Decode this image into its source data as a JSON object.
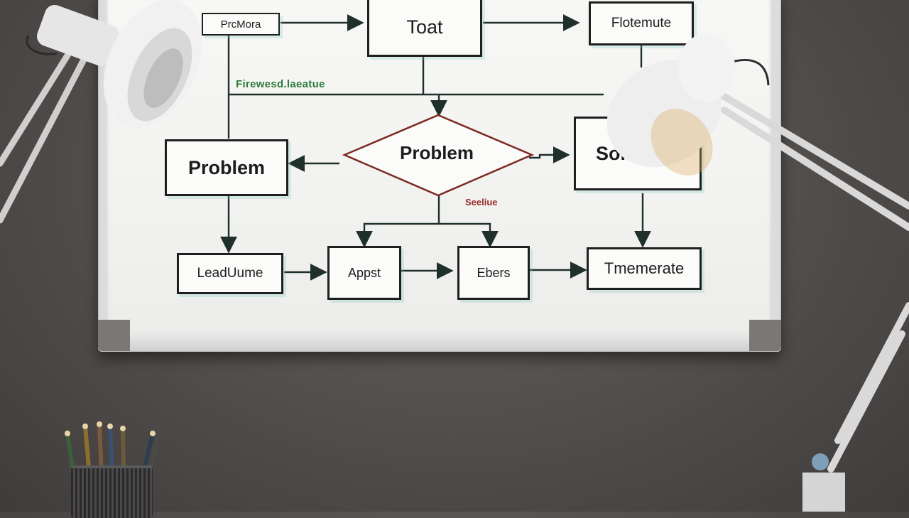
{
  "whiteboard": {
    "top_left_label": "PrcMora",
    "green_note": "Firewesd.laeatue",
    "red_note": "Seeliue",
    "nodes": {
      "toat": "Toat",
      "flotemute": "Flotemute",
      "problem_box": "Problem",
      "problem_diamond": "Problem",
      "solution": "Solutic",
      "leadufume": "LeadUume",
      "appst": "Appst",
      "ebers": "Ebers",
      "tmemerate": "Tmemerate"
    }
  },
  "colors": {
    "wall": "#55514f",
    "board": "#f4f4f2",
    "ink": "#1f1f1f",
    "diamond_ink": "#7a2a22",
    "green_ink": "#2d7a3a",
    "red_ink": "#9a2b2b"
  },
  "objects": [
    "desk-lamp-left",
    "desk-lamp-right",
    "pencil-cup"
  ]
}
